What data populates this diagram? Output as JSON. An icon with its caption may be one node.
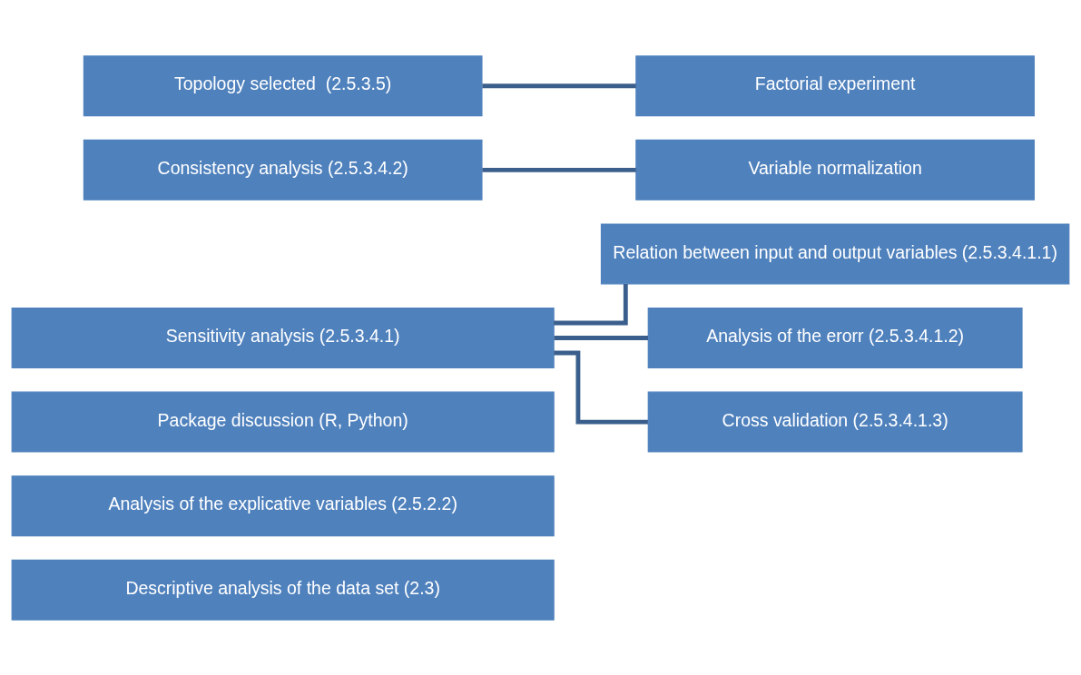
{
  "diagram": {
    "nodes": [
      {
        "text": [
          "Descriptive analysis of the data set (2.3)"
        ]
      },
      {
        "text": [
          "Analysis of the explicative variables (2.5.2.2)"
        ]
      },
      {
        "text": [
          "Package discussion (R, Python)"
        ]
      },
      {
        "text": [
          "Sensitivity analysis (2.5.3.4.1)"
        ]
      },
      {
        "text": [
          "Relation between input and output variables (2.5.3.4.1.1)"
        ]
      },
      {
        "text": [
          "Analysis of the erorr (2.5.3.4.1.2)"
        ]
      },
      {
        "text": [
          "Cross validation (2.5.3.4.1.3)"
        ]
      },
      {
        "text": [
          "Consistency analysis (2.5.3.4.2)"
        ]
      },
      {
        "text": [
          "Variable normalization"
        ]
      },
      {
        "text": [
          "Topology selected  (2.5.3.5)"
        ]
      },
      {
        "text": [
          "Factorial experiment"
        ]
      }
    ],
    "edges": [
      {
        "from": 3,
        "to": 4,
        "arrow": "none"
      },
      {
        "from": 3,
        "to": 5,
        "arrow": "none"
      },
      {
        "from": 3,
        "to": 6,
        "arrow": "none"
      },
      {
        "from": 7,
        "to": 8,
        "arrow": "none"
      },
      {
        "from": 9,
        "to": 10,
        "arrow": "none"
      }
    ]
  }
}
